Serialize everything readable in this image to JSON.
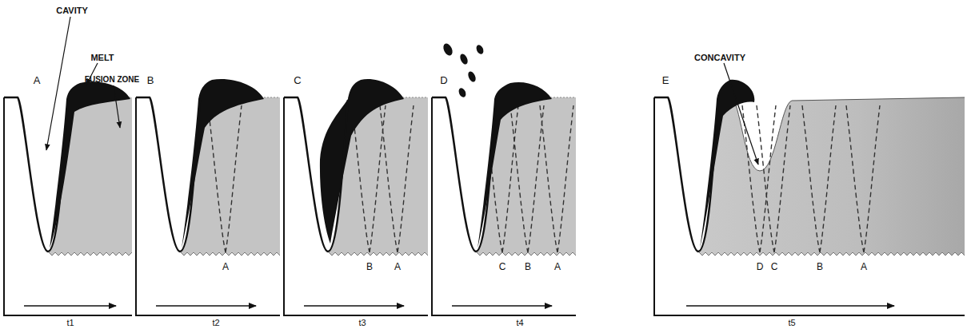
{
  "diagram": {
    "labels": [
      "CAVITY",
      "MELT",
      "FUSION ZONE",
      "A",
      "t1",
      "B",
      "A",
      "t2",
      "C",
      "B",
      "A",
      "t3",
      "D",
      "C",
      "B",
      "A",
      "t4",
      "CONCAVITY",
      "E",
      "D",
      "C",
      "B",
      "A",
      "t5"
    ]
  }
}
